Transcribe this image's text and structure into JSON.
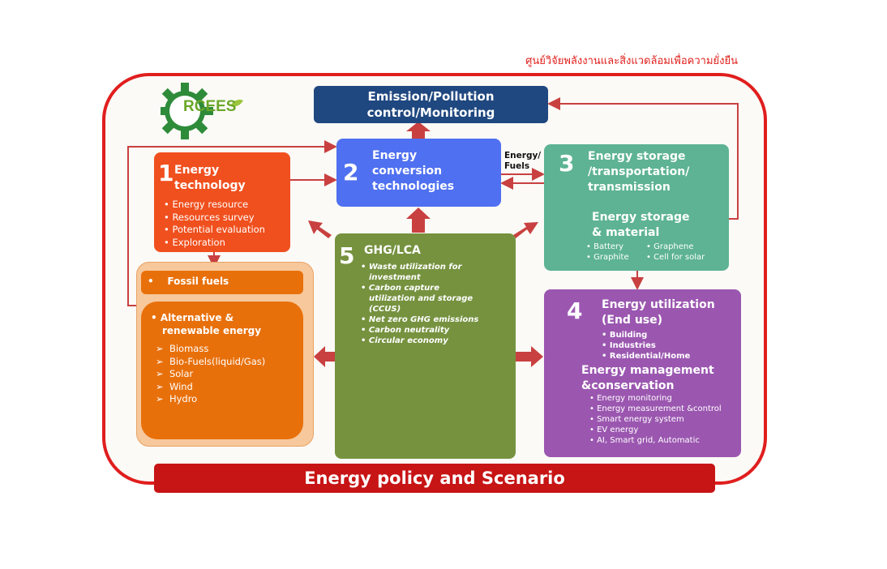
{
  "header": {
    "thai_title": "ศูนย์วิจัยพลังงานและสิ่งแวดล้อมเพื่อความยั่งยืน"
  },
  "logo": {
    "text": "RCEES"
  },
  "emission": {
    "title_line1": "Emission/Pollution",
    "title_line2": "control/Monitoring"
  },
  "conversion": {
    "number": "2",
    "line1": "Energy",
    "line2": "conversion",
    "line3": "technologies"
  },
  "energy_fuels_label": {
    "line1": "Energy/",
    "line2": "Fuels"
  },
  "technology": {
    "number": "1",
    "line1": "Energy",
    "line2": "technology",
    "items": [
      "Energy resource",
      "Resources survey",
      "Potential evaluation",
      "Exploration"
    ]
  },
  "storage": {
    "number": "3",
    "line1": "Energy storage",
    "line2": "/transportation/",
    "line3": "transmission",
    "sub_line1": "Energy storage",
    "sub_line2": "& material",
    "items": [
      "Battery",
      "Graphene",
      "Graphite",
      "Cell for solar"
    ]
  },
  "ghg": {
    "number": "5",
    "title": "GHG/LCA",
    "items": [
      "Waste utilization for",
      "investment",
      "Carbon capture",
      "utilization and storage",
      "(CCUS)",
      "Net zero GHG emissions",
      "Carbon neutrality",
      "Circular economy"
    ]
  },
  "fossil": {
    "label": "Fossil fuels"
  },
  "alternative": {
    "line1": "Alternative &",
    "line2": "renewable energy",
    "items": [
      "Biomass",
      "Bio-Fuels(liquid/Gas)",
      "Solar",
      "Wind",
      "Hydro"
    ]
  },
  "utilization": {
    "number": "4",
    "line1": "Energy utilization",
    "line2": "(End use)",
    "items": [
      "Building",
      "Industries",
      "Residential/Home"
    ],
    "mgmt_line1": "Energy management",
    "mgmt_line2": "&conservation",
    "mgmt_items": [
      "Energy monitoring",
      "Energy measurement &control",
      "Smart energy system",
      "EV energy",
      "AI, Smart grid, Automatic"
    ]
  },
  "policy": {
    "label": "Energy policy and Scenario"
  },
  "colors": {
    "frame": "#e01e1e",
    "emission": "#1f4780",
    "conversion": "#4f70f0",
    "technology": "#f0501e",
    "storage": "#5db393",
    "ghg": "#76923f",
    "utilization": "#9b57b0",
    "renewable": "#e8700b",
    "policy": "#c71415",
    "arrow": "#c94040"
  }
}
